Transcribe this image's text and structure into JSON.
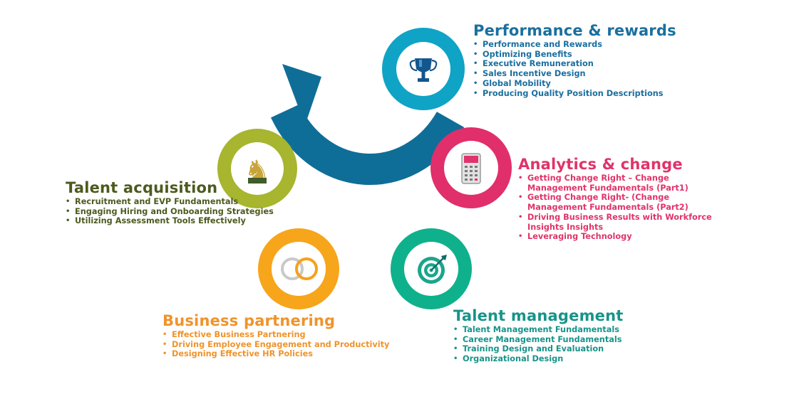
{
  "colors": {
    "arc": "#0f6e97",
    "performance": "#0fa3c6",
    "analytics": "#e02f6a",
    "talent_management": "#0fb18c",
    "business_partnering": "#f7a51b",
    "talent_acquisition": "#a7b52f"
  },
  "sections": {
    "performance": {
      "icon": "trophy-icon",
      "title": "Performance & rewards",
      "items": [
        "Performance and Rewards",
        "Optimizing Benefits",
        "Executive Remuneration",
        "Sales Incentive Design",
        "Global Mobility",
        "Producing Quality Position Descriptions"
      ]
    },
    "analytics": {
      "icon": "calculator-icon",
      "title": "Analytics & change",
      "items": [
        "Getting Change Right – Change",
        "Management Fundamentals (Part1)",
        "Getting Change Right- (Change",
        "Management Fundamentals (Part2)",
        "Driving Business Results with Workforce",
        "Insights Insights",
        "Leveraging Technology"
      ]
    },
    "talent_management": {
      "icon": "target-icon",
      "title": "Talent management",
      "items": [
        "Talent Management Fundamentals",
        "Career Management Fundamentals",
        "Training Design and Evaluation",
        "Organizational Design"
      ]
    },
    "business_partnering": {
      "icon": "interlocking-rings-icon",
      "title": "Business partnering",
      "items": [
        "Effective Business Partnering",
        "Driving Employee Engagement and Productivity",
        "Designing Effective HR Policies"
      ]
    },
    "talent_acquisition": {
      "icon": "chess-knight-icon",
      "title": "Talent acquisition",
      "items": [
        "Recruitment and EVP Fundamentals",
        "Engaging Hiring and Onboarding Strategies",
        "Utilizing Assessment Tools Effectively"
      ]
    }
  }
}
